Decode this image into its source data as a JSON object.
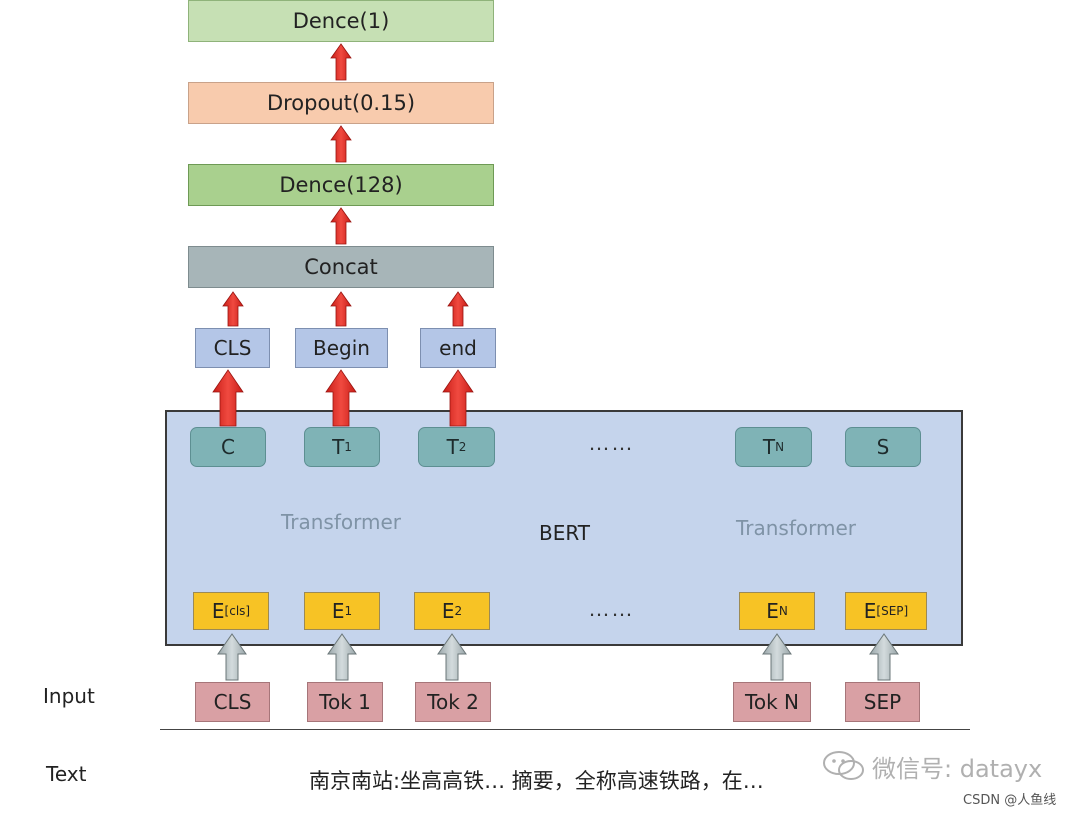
{
  "head": {
    "dense1": "Dence(1)",
    "dropout": "Dropout(0.15)",
    "dense128": "Dence(128)",
    "concat": "Concat"
  },
  "features": [
    "CLS",
    "Begin",
    "end"
  ],
  "bert": {
    "label": "BERT",
    "transformer_left": "Transformer",
    "transformer_right": "Transformer",
    "dots": "……",
    "outputs": [
      {
        "main": "C",
        "sub": ""
      },
      {
        "main": "T",
        "sub": "1"
      },
      {
        "main": "T",
        "sub": "2"
      },
      {
        "main": "T",
        "sub": "N"
      },
      {
        "main": "S",
        "sub": ""
      }
    ],
    "embeddings": [
      {
        "main": "E",
        "sub": "[cls]"
      },
      {
        "main": "E",
        "sub": "1"
      },
      {
        "main": "E",
        "sub": "2"
      },
      {
        "main": "E",
        "sub": "N"
      },
      {
        "main": "E",
        "sub": "[SEP]"
      }
    ]
  },
  "input": {
    "label": "Input",
    "tokens": [
      "CLS",
      "Tok 1",
      "Tok 2",
      "Tok N",
      "SEP"
    ]
  },
  "text": {
    "label": "Text",
    "content": "南京南站:坐高高铁… 摘要，全称高速铁路，在…"
  },
  "watermark": {
    "wechat": "微信号: datayx",
    "csdn": "CSDN @人鱼线"
  },
  "colors": {
    "arrow_red": "#e8302a",
    "arrow_gray": "#b9c3c6"
  }
}
